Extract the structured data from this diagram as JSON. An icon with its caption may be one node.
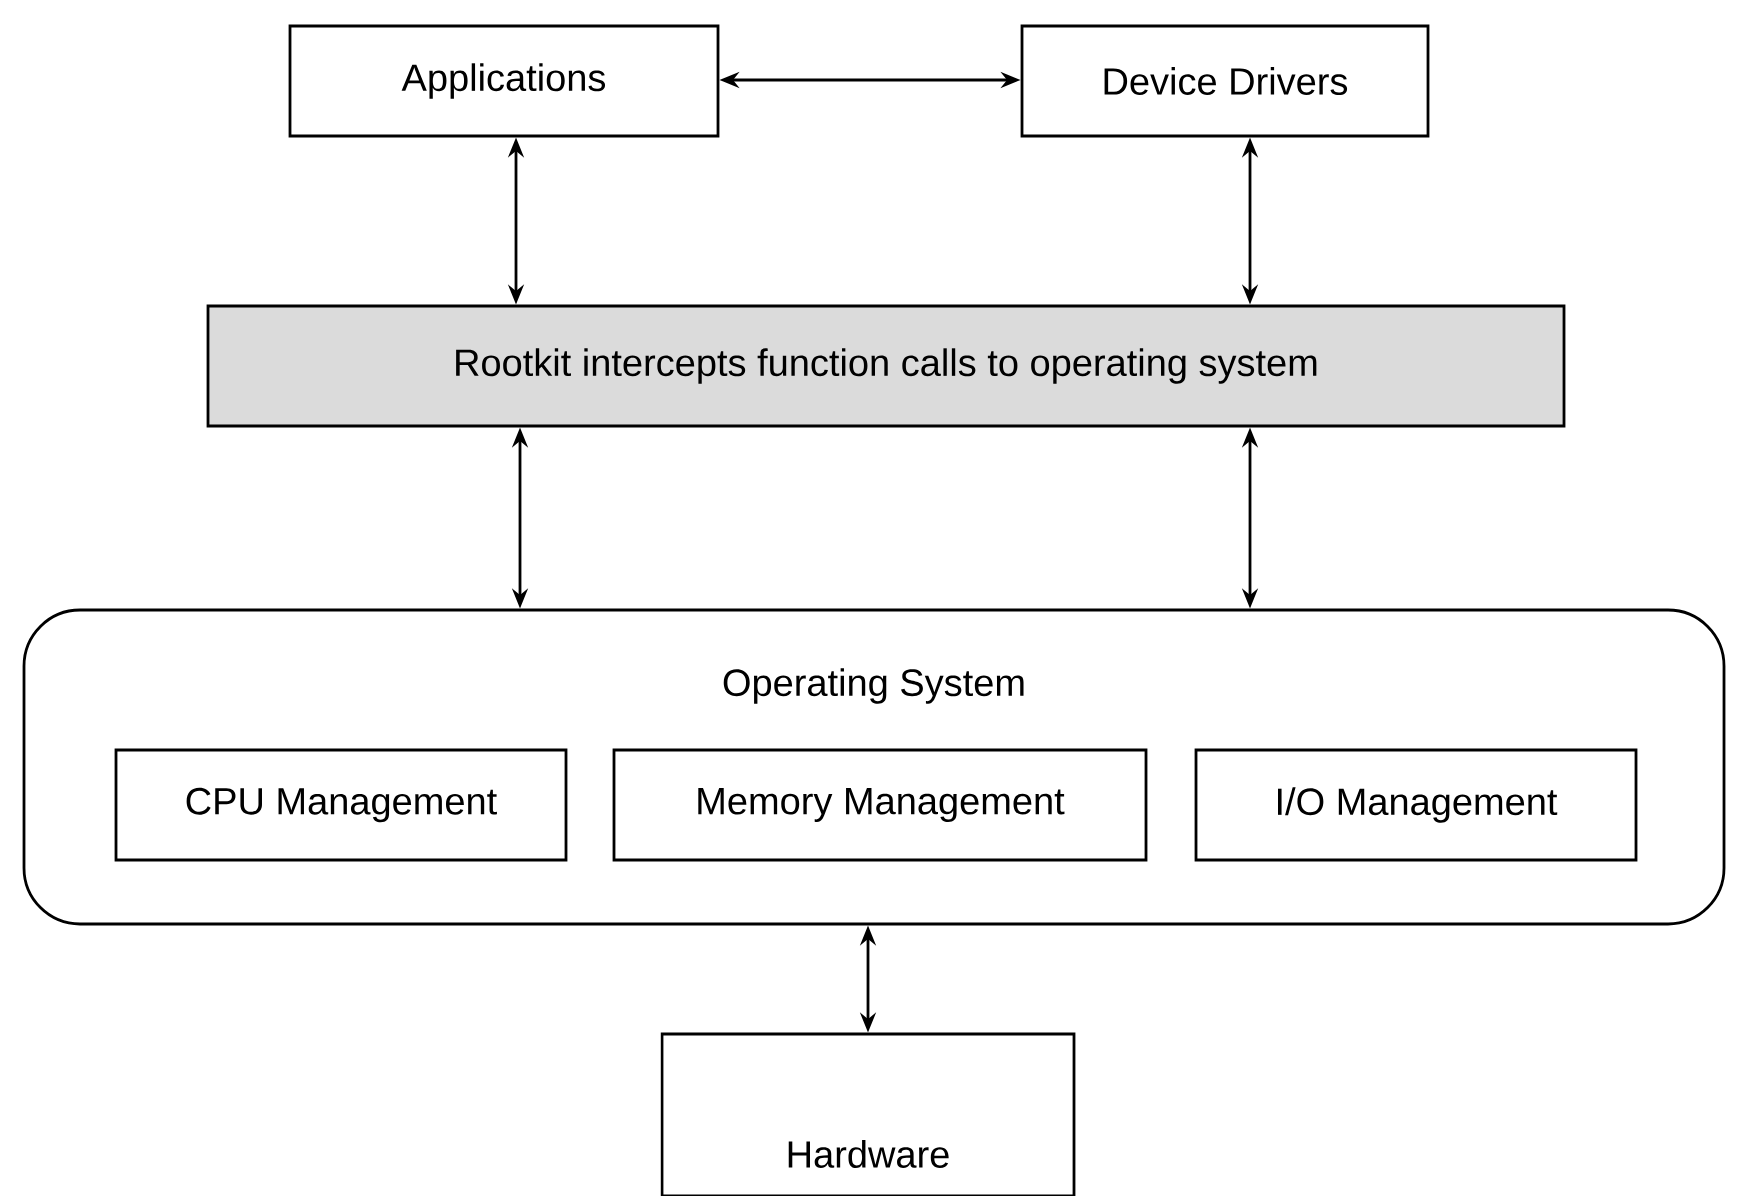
{
  "diagram": {
    "nodes": [
      {
        "text": [
          "Applications"
        ]
      },
      {
        "text": [
          "Device Drivers"
        ]
      },
      {
        "text": [
          "Rootkit intercepts function calls to operating system"
        ]
      },
      {
        "text": [
          "Operating System"
        ]
      },
      {
        "text": [
          "CPU Management"
        ],
        "in": 3
      },
      {
        "text": [
          "Memory Management"
        ],
        "in": 3
      },
      {
        "text": [
          "I/O Management"
        ],
        "in": 3
      },
      {
        "text": [
          "Hardware"
        ]
      }
    ],
    "edges": [
      {
        "from": 0,
        "to": 1,
        "arrow": "both"
      },
      {
        "from": 0,
        "to": 2,
        "arrow": "both"
      },
      {
        "from": 1,
        "to": 2,
        "arrow": "both"
      },
      {
        "from": 2,
        "to": 3,
        "arrow": "both"
      },
      {
        "from": 2,
        "to": 3,
        "arrow": "both"
      },
      {
        "from": 3,
        "to": 7,
        "arrow": "both"
      }
    ]
  }
}
